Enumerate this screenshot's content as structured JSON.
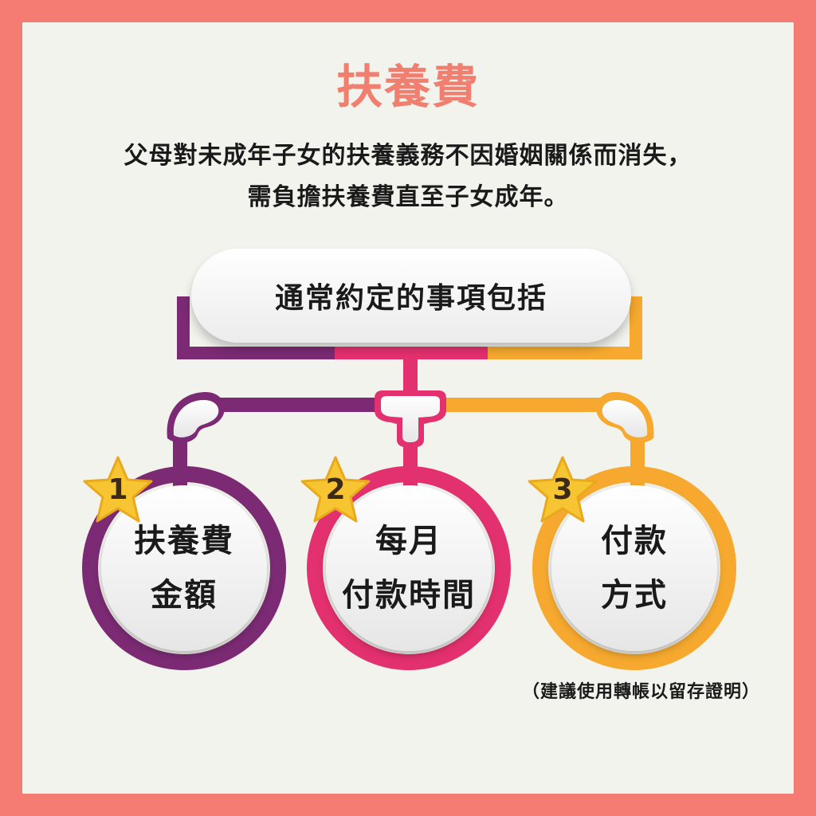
{
  "title": "扶養費",
  "description": {
    "line1": "父母對未成年子女的扶養義務不因婚姻關係而消失，",
    "line2": "需負擔扶養費直至子女成年。"
  },
  "header": "通常約定的事項包括",
  "items": [
    {
      "number": "1",
      "line1": "扶養費",
      "line2": "金額",
      "color": "#7b2a73"
    },
    {
      "number": "2",
      "line1": "每月",
      "line2": "付款時間",
      "color": "#e3306e"
    },
    {
      "number": "3",
      "line1": "付款",
      "line2": "方式",
      "color": "#f6a92e"
    }
  ],
  "note": "（建議使用轉帳以留存證明）",
  "colors": {
    "border": "#f57c72",
    "background": "#f3f3ee",
    "title": "#f07f6f",
    "star": "#f7c531"
  }
}
